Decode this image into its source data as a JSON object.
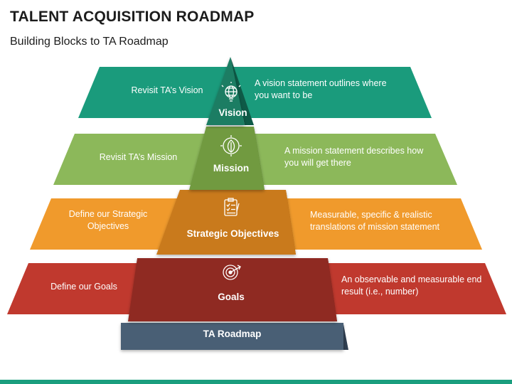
{
  "header": {
    "title": "TALENT ACQUISITION ROADMAP",
    "subtitle": "Building Blocks to TA Roadmap"
  },
  "colors": {
    "vision": "#1a9b7c",
    "mission": "#8cb85a",
    "strategic": "#f09a2c",
    "goals": "#c0392e",
    "base": "#3f5369"
  },
  "levels": [
    {
      "name": "Vision",
      "icon": "globe-bulb-icon",
      "left_text": "Revisit TA’s Vision",
      "right_text": "A vision statement outlines where you want to be"
    },
    {
      "name": "Mission",
      "icon": "target-leaf-icon",
      "left_text": "Revisit TA’s Mission",
      "right_text": "A mission statement describes how you will get there"
    },
    {
      "name": "Strategic Objectives",
      "icon": "checklist-icon",
      "left_text": "Define our Strategic Objectives",
      "right_text": "Measurable, specific & realistic translations of mission statement"
    },
    {
      "name": "Goals",
      "icon": "target-arrow-icon",
      "left_text": "Define our Goals",
      "right_text": "An observable and measurable end result (i.e., number)"
    }
  ],
  "base_label": "TA Roadmap"
}
